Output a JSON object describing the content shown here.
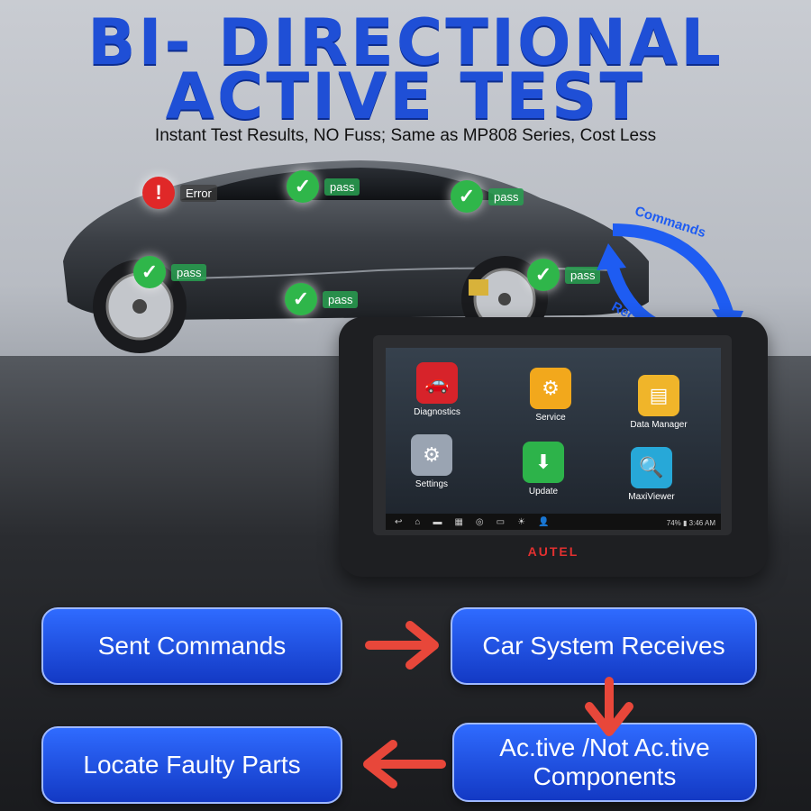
{
  "headline": {
    "line1": "BI- DIRECTIONAL",
    "line2": "ACTIVE TEST",
    "subtitle": "Instant Test Results, NO Fuss; Same as MP808 Series, Cost Less"
  },
  "car_badges": [
    {
      "label": "Error",
      "status": "error"
    },
    {
      "label": "pass",
      "status": "pass"
    },
    {
      "label": "pass",
      "status": "pass"
    },
    {
      "label": "pass",
      "status": "pass"
    },
    {
      "label": "pass",
      "status": "pass"
    },
    {
      "label": "pass",
      "status": "pass"
    }
  ],
  "arc": {
    "commands": "Commands",
    "receives": "Receives"
  },
  "tablet": {
    "brand": "AUTEL",
    "status_text": "74% ▮ 3:46 AM",
    "apps": [
      {
        "label": "Diagnostics",
        "icon": "car-icon",
        "color": "#d7232a"
      },
      {
        "label": "Service",
        "icon": "service-icon",
        "color": "#f2a81c"
      },
      {
        "label": "Data Manager",
        "icon": "folder-icon",
        "color": "#f0b52a"
      },
      {
        "label": "Settings",
        "icon": "gear-icon",
        "color": "#9aa4b2"
      },
      {
        "label": "Update",
        "icon": "download-icon",
        "color": "#2db34a"
      },
      {
        "label": "MaxiViewer",
        "icon": "viewer-icon",
        "color": "#27a8d8"
      }
    ]
  },
  "flow": {
    "step1": "Sent Commands",
    "step2": "Car System Receives",
    "step3_line1": "Ac.tive /Not Ac.tive",
    "step3_line2": "Components",
    "step4": "Locate Faulty Parts"
  },
  "colors": {
    "title_blue": "#1f4fd6",
    "flow_blue": "#1f5af0",
    "arrow_red": "#e8473a",
    "pass_green": "#2fb64a",
    "error_red": "#e02828"
  }
}
